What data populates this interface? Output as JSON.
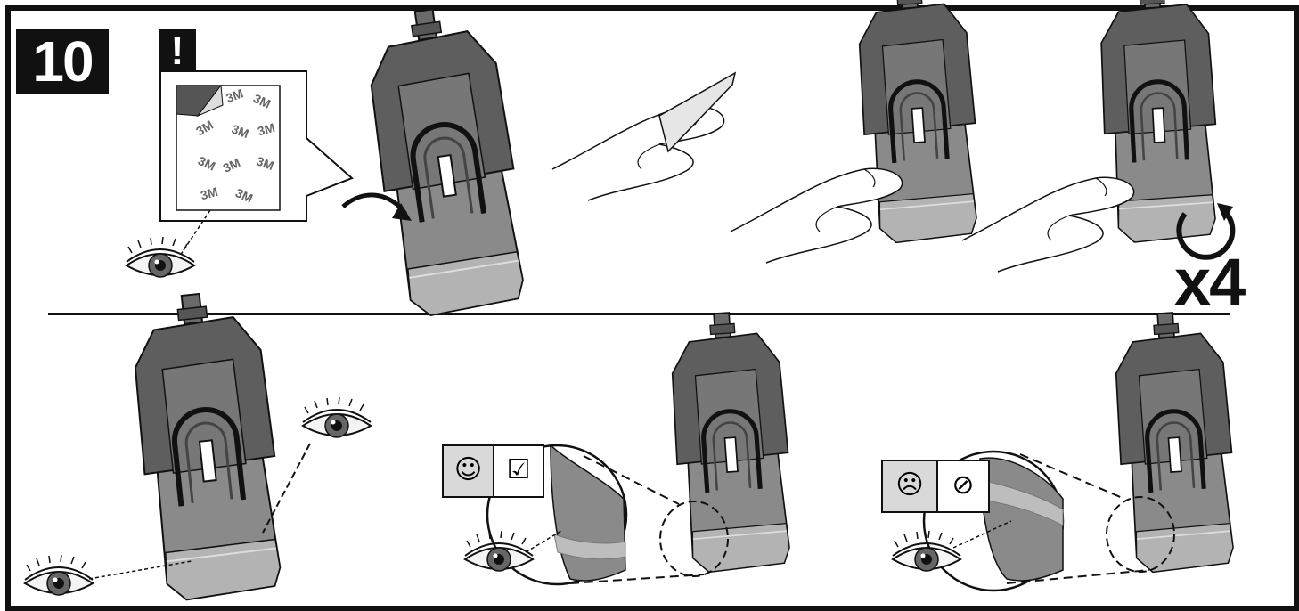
{
  "step": {
    "number": "10"
  },
  "warning": {
    "label": "!"
  },
  "repeat": {
    "label": "x4"
  },
  "tape": {
    "brand_text": "3M"
  },
  "results": {
    "good": {
      "face_icon": "happy-face-icon",
      "mark_icon": "checkbox-checked-icon",
      "face_glyph": "☺",
      "mark_glyph": "☑"
    },
    "bad": {
      "face_icon": "sad-face-icon",
      "mark_icon": "prohibited-icon",
      "face_glyph": "☹",
      "mark_glyph": "⊘"
    }
  },
  "colors": {
    "ink": "#111111",
    "part_gray": "#8a8a8a",
    "part_dark": "#5e5e5e",
    "tile_gray": "#d9d9d9",
    "edge": "#c7c7c7"
  }
}
